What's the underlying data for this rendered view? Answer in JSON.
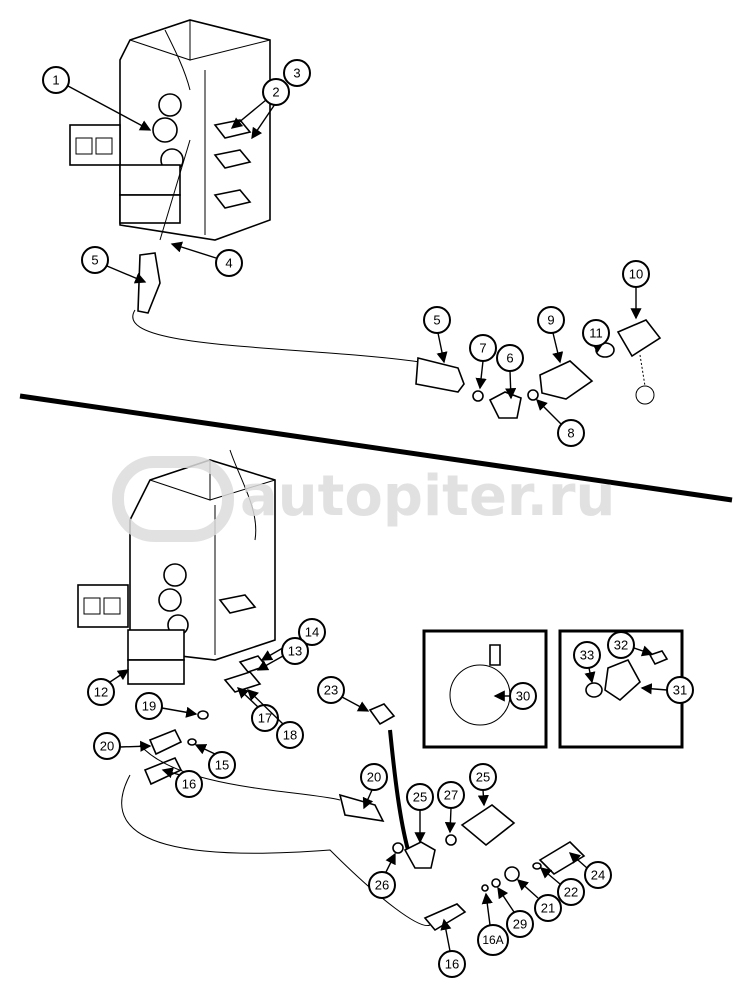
{
  "watermark": "autopiter.ru",
  "callouts_top": [
    "1",
    "3",
    "2",
    "4",
    "5",
    "5",
    "7",
    "6",
    "9",
    "11",
    "10",
    "8"
  ],
  "callouts_bottom": [
    "14",
    "13",
    "12",
    "19",
    "17",
    "18",
    "23",
    "30",
    "32",
    "33",
    "31",
    "20",
    "15",
    "16",
    "20",
    "25",
    "27",
    "25",
    "26",
    "24",
    "22",
    "21",
    "29",
    "16A",
    "16"
  ]
}
